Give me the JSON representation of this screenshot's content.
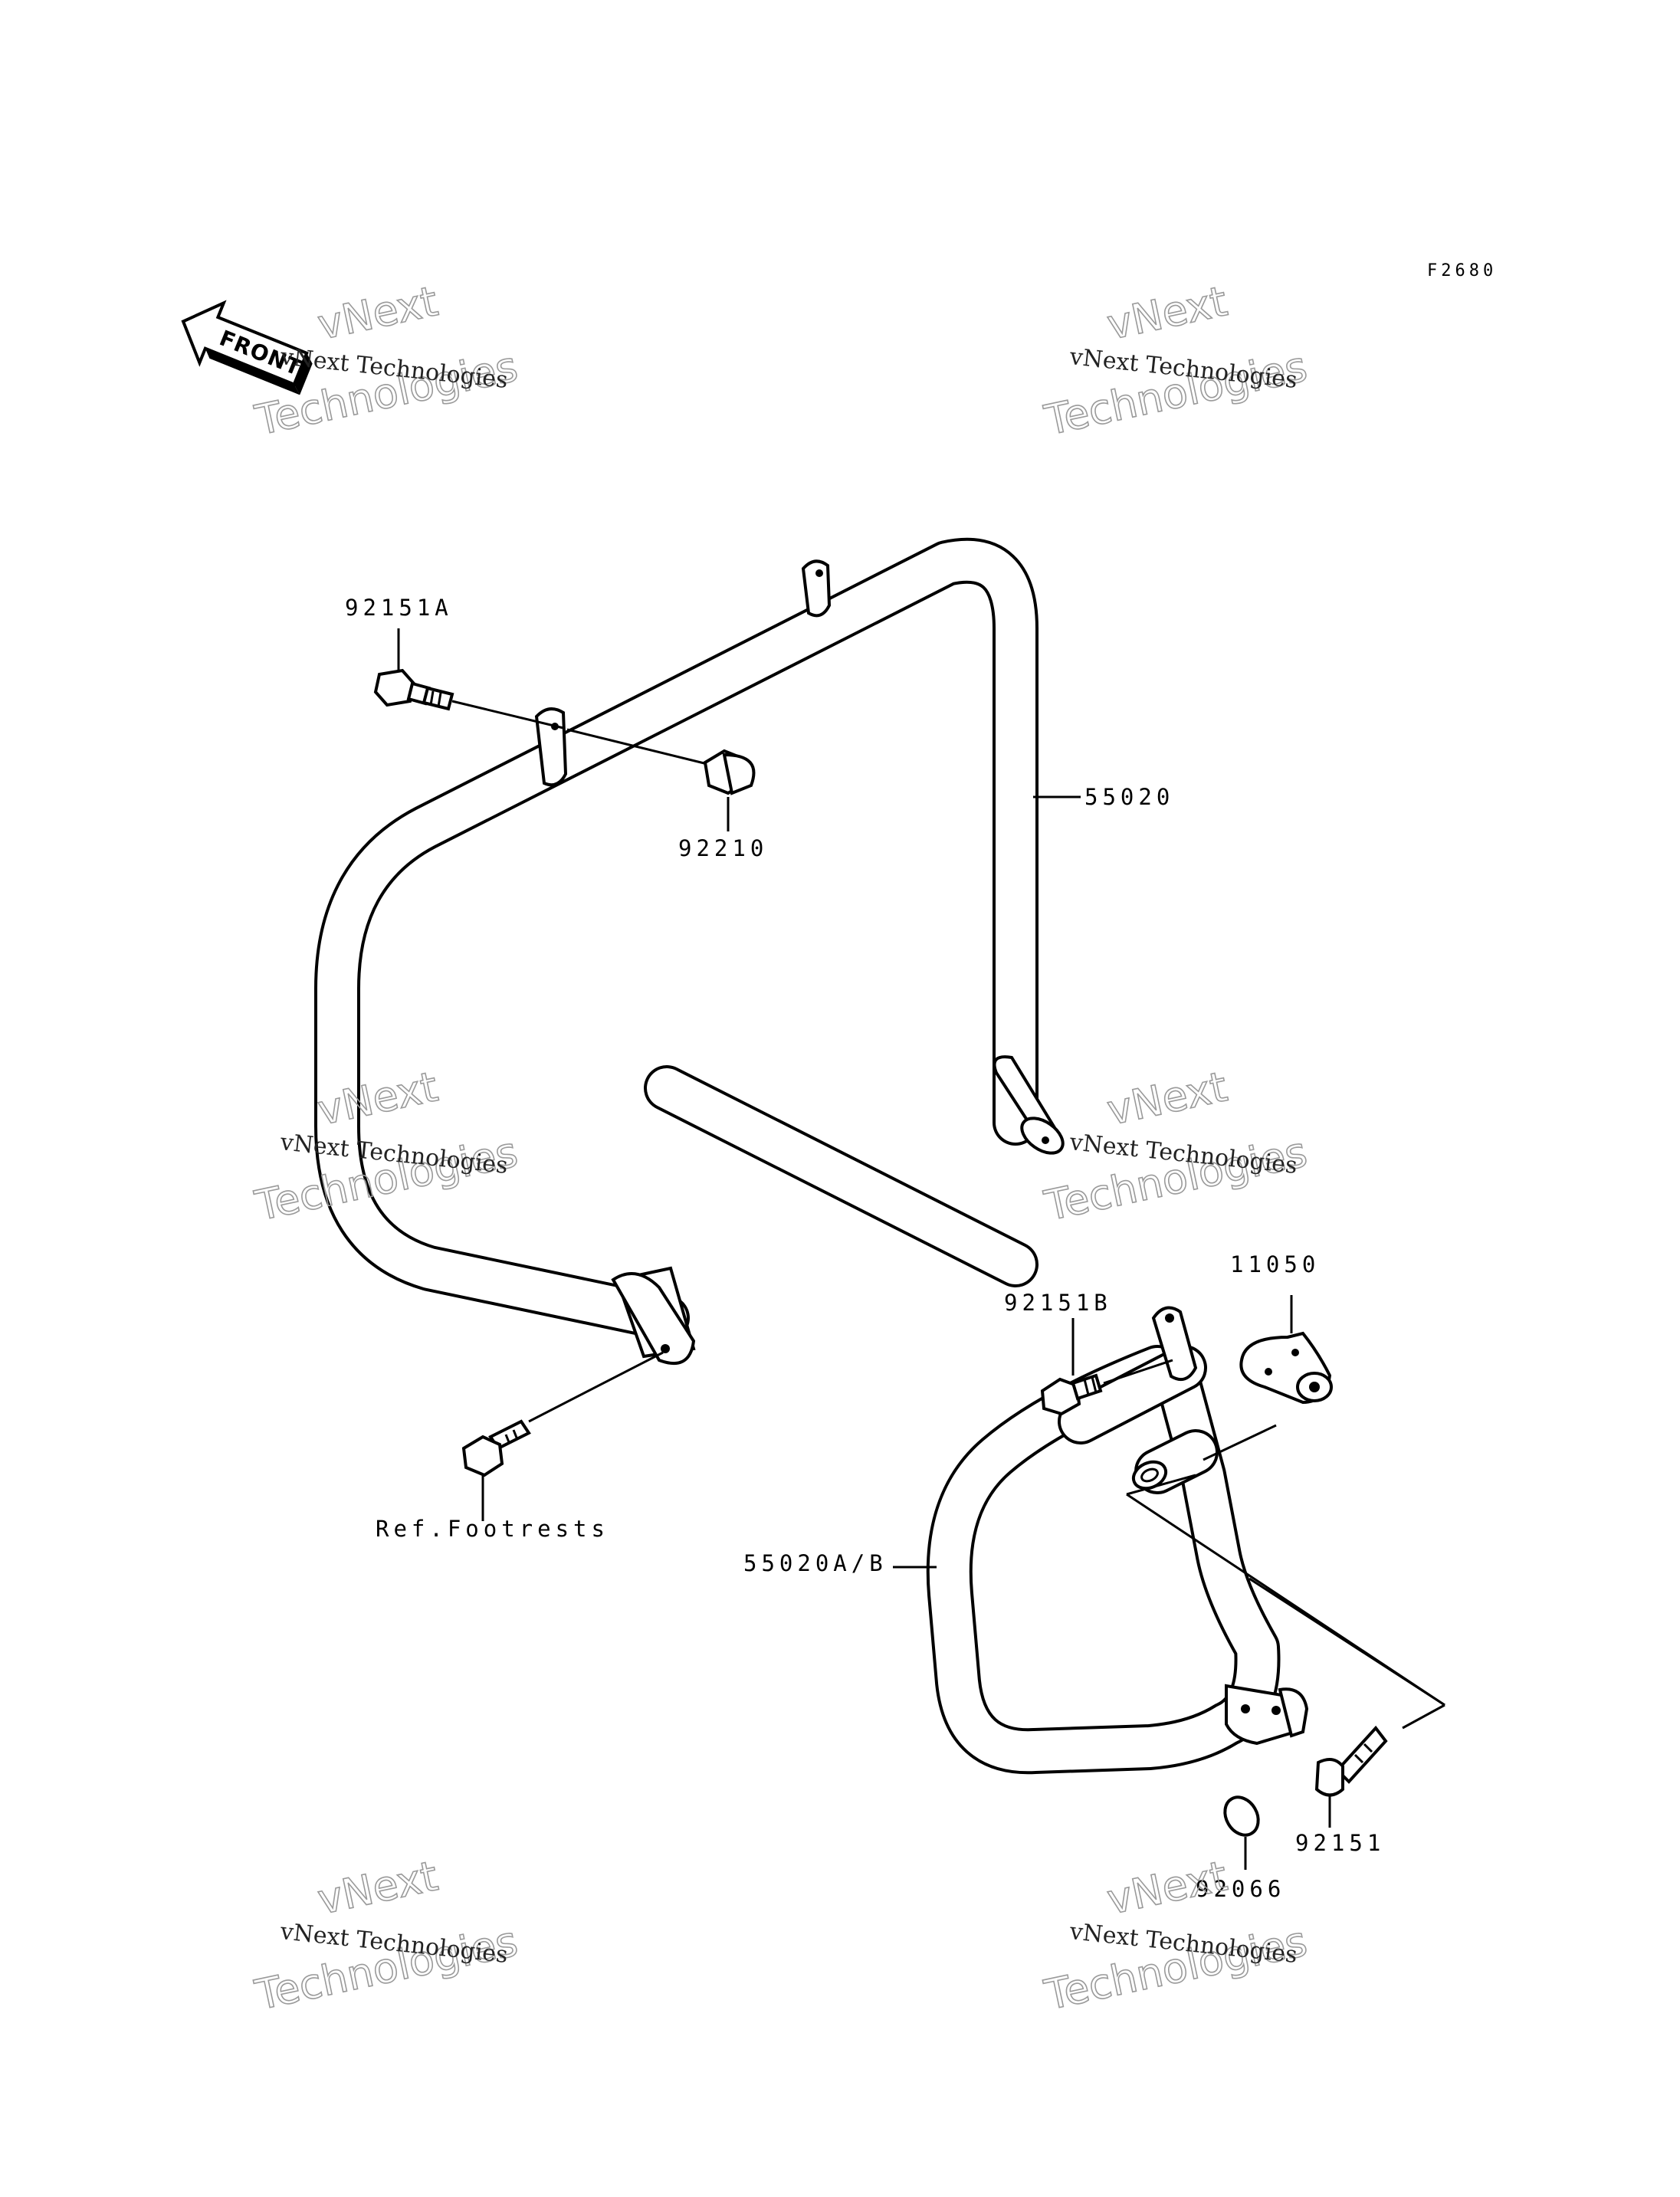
{
  "figure_code": "F2680",
  "front_arrow": {
    "label": "FRONT"
  },
  "parts": {
    "p1": "92151A",
    "p2": "92210",
    "p3": "55020",
    "p4": "Ref.Footrests",
    "p5": "92151B",
    "p6": "11050",
    "p7": "55020A/B",
    "p8": "92151",
    "p9": "92066"
  },
  "watermark": {
    "line_small": "vNext Technologies",
    "line_big1": "vNext",
    "line_big2": "Technologies"
  },
  "colors": {
    "ink": "#000000",
    "background": "#ffffff",
    "watermark": "#9a9a9a"
  }
}
